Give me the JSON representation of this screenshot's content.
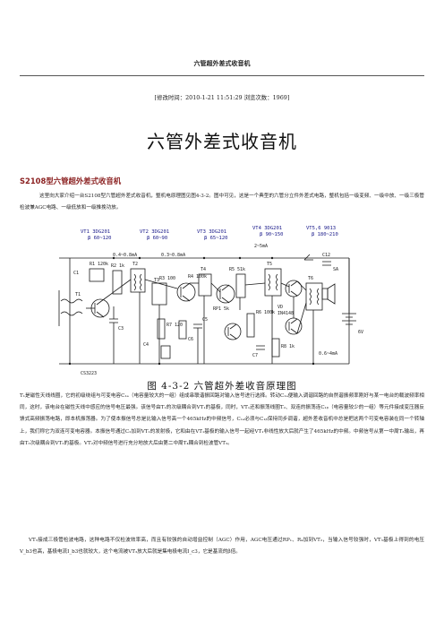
{
  "header": {
    "title": "六管超外差式收音机",
    "meta": "[修改时间：2010-1-21 11:51:29  浏览次数：1969]"
  },
  "article": {
    "title": "六管外差式收音机",
    "section_heading": "S2108型六管超外差式收音机",
    "para1": "这里向大家介绍一台S2108型六管超外差式收音机，整机电原理图见图4-3-2。图中可见，这是一个典型的六管分立件外差式电路，整机包括一级变频、一级中放、一级三极管检波兼AGC电路、一级低放和一级推挽功放。",
    "para2": "T₁是磁性天线线圈，它的初级绕组与可变电容C₁ₐ（电容量较大的一组）组成串联谐振回路对输入信号进行选择。转动C₁ₐ便输入调谐回路的自然谐振频率刚好与某一电台的载波频率相同，这时，该电台在磁性天线中感应的信号电压最强。该信号由T₁的次级耦合到VT₁的基极，同时，VT₁还和振荡线圈T₂、双连的振荡连C₁ᵦ（电容量较少的一组）等元件接成变压器反馈式高频振荡电路，即本机振荡器。为了使本振信号总是比输入信号高一个465kHz的中频信号，C₁ₐ必须与C₁ᵦ保持同步调谐，超外差收音机中总是把这两个可变电容装在同一个转轴上，我们称它为双连可变电容器。本振信号通过C₂加到VT₁的发射极，它和由在VT₁基极的输入信号一起经VT₁非线性放大后就产生了465kHz的中频。中频信号从第一中周T₃输出，再由T₃次级耦合到VT₂的基极。VT₂对中频信号进行充分地放大后由第二中周T₄耦合到检波管VT₃。",
    "para3": "VT₃接成三极管检波电路，这种电路不仅检波效率高，而且有较强的自动增益控制（AGC）作用，AGC电压通过RP₁、R₄加到VT₂，当输入信号较强时，VT₃基极上得到的电压V_b3也高，基极电流I_b3也就较大，这个电流被VT₃放大后就是集电极电流I_c3，它是基流的β倍。"
  },
  "figure": {
    "caption": "图 4-3-2   六管超外差收音原理图",
    "labels": {
      "vt1": "VT1 3DG201",
      "vt1_beta": "β 60~120",
      "vt2": "VT2 3DG201",
      "vt2_beta": "β 60~90",
      "vt3": "VT3 3DG201",
      "vt3_beta": "β 65~120",
      "vt4": "VT4 3DG201",
      "vt4_beta": "β 90~150",
      "vt56": "VT5,6 9013",
      "vt56_beta": "β 180~210",
      "r1": "R1 120k",
      "r2": "R2 1k",
      "r3": "R3 100",
      "r4": "R4 100k",
      "r5": "R5 51k",
      "r6": "R6 100k",
      "r7": "R7 120",
      "r8": "R8 1k",
      "c1": "C1",
      "c3": "C3",
      "c4": "C4",
      "c5": "C5",
      "c6": "C6",
      "c7": "C7",
      "c12": "C12",
      "t1": "T1",
      "t2": "T2",
      "t3": "T3",
      "t4": "T4",
      "t5": "T5",
      "t6": "T6",
      "rp1": "RP1 5k",
      "vd": "VD",
      "vd_part": "IN4148",
      "sa": "SA",
      "bat": "6V",
      "cur1": "0.4~0.8mA",
      "cur2": "0.3~0.8mA",
      "cur3": "2~5mA",
      "cur4": "0.6~4mA",
      "ant": "CS3223"
    }
  }
}
